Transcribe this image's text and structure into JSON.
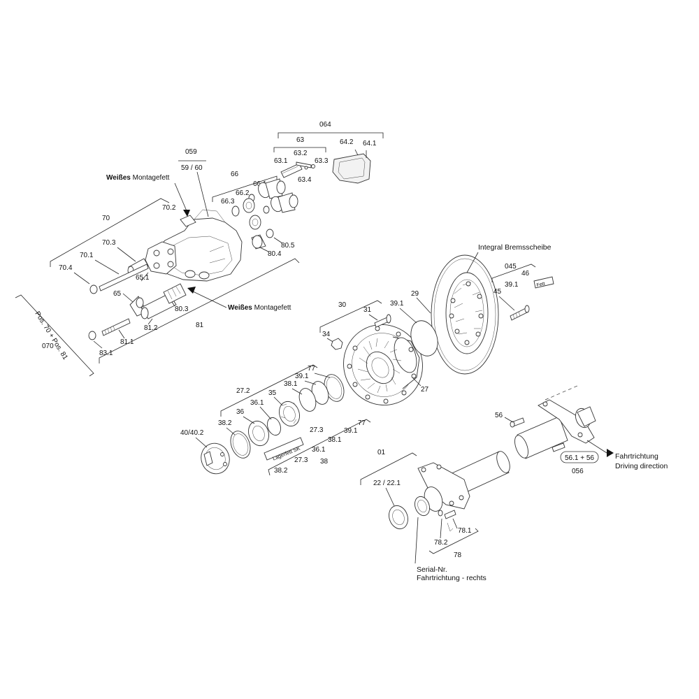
{
  "labels": {
    "l064": "064",
    "l63": "63",
    "l64_2": "64.2",
    "l64_1": "64.1",
    "l63_2": "63.2",
    "l63_1": "63.1",
    "l63_3": "63.3",
    "l63_4": "63.4",
    "l059": "059",
    "l59_60": "59 / 60",
    "weisses_prefix": "Weißes",
    "montagefett": " Montagefett",
    "l66": "66",
    "l66_1": "66.1",
    "l66_2": "66.2",
    "l66_3": "66.3",
    "l70_2": "70.2",
    "l70": "70",
    "l70_3": "70.3",
    "l70_1": "70.1",
    "l70_4": "70.4",
    "l65_1": "65.1",
    "l65": "65",
    "l80_5": "80.5",
    "l80_4": "80.4",
    "l80_3": "80.3",
    "l81_2": "81.2",
    "l81": "81",
    "l81_1": "81.1",
    "l83_1": "83.1",
    "pos70_81": "Pos. 70 + Pos. 81",
    "l070": "070",
    "integral_bremsscheibe": "Integral Bremsscheibe",
    "l045": "045",
    "l46": "46",
    "l39_1a": "39.1",
    "l45": "45",
    "fett": "Fett",
    "l30": "30",
    "l31": "31",
    "l39_1b": "39.1",
    "l29": "29",
    "l34": "34",
    "l27": "27",
    "l77a": "77",
    "l39_1c": "39.1",
    "l27_2": "27.2",
    "l38_1a": "38.1",
    "l35": "35",
    "l36_1a": "36.1",
    "l36": "36",
    "l38_2a": "38.2",
    "l40_40_2": "40/40.2",
    "l27_3a": "27.3",
    "lagerfett_sk": "Lagerfett SK",
    "l77b": "77",
    "l39_1d": "39.1",
    "l38_1b": "38.1",
    "l36_1b": "36.1",
    "l27_3b": "27.3",
    "l38": "38",
    "l38_2b": "38.2",
    "l56": "56",
    "l56_1_56": "56.1 + 56",
    "l056": "056",
    "fahrtrichtung": "Fahrtrichtung",
    "driving_direction": "Driving direction",
    "l01": "01",
    "l22_22_1": "22 / 22.1",
    "l78_1": "78.1",
    "l78_2": "78.2",
    "l78": "78",
    "serial_nr": "Serial-Nr.",
    "fahrtrichtung_rechts": "Fahrtrichtung - rechts"
  }
}
